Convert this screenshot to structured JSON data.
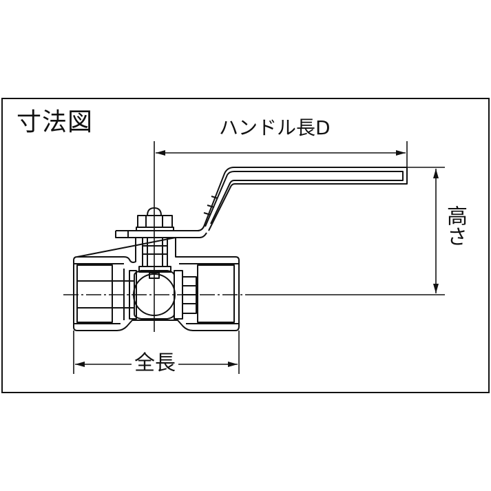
{
  "diagram": {
    "title": "寸法図",
    "subject": "ball-valve",
    "line_color": "#111111",
    "background_color": "#ffffff",
    "dimensions": {
      "handle_length": {
        "label": "ハンドル長D",
        "orientation": "horizontal"
      },
      "height": {
        "label": "高さ",
        "orientation": "vertical"
      },
      "overall_length": {
        "label": "全長",
        "orientation": "horizontal"
      }
    },
    "components": [
      "handle-lever",
      "stem-nut",
      "stem-packing",
      "valve-body",
      "ball",
      "left-port",
      "right-port",
      "centerline"
    ]
  }
}
